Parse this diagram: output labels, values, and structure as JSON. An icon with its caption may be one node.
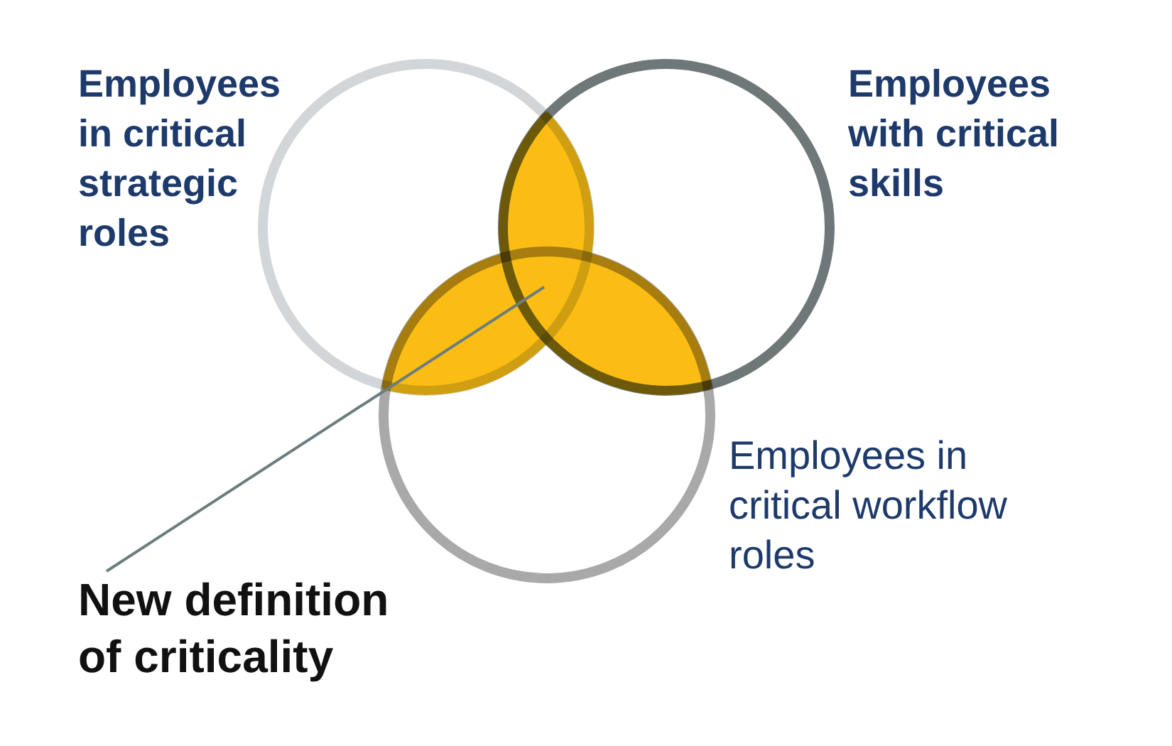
{
  "diagram": {
    "nodes": [
      {
        "text": [],
        "shape": "circle",
        "beside": [
          "Employees in critical strategic roles"
        ]
      },
      {
        "text": [],
        "shape": "circle",
        "beside": [
          "Employees with critical skills"
        ]
      },
      {
        "text": [],
        "shape": "circle",
        "beside": [
          "Employees in critical workflow roles"
        ]
      },
      {
        "text": [],
        "shape": "trefoil"
      },
      {
        "text": [
          "New definition of criticality"
        ]
      }
    ],
    "edges": [
      {
        "from": 4,
        "to": 3,
        "arrow": "none"
      }
    ]
  }
}
